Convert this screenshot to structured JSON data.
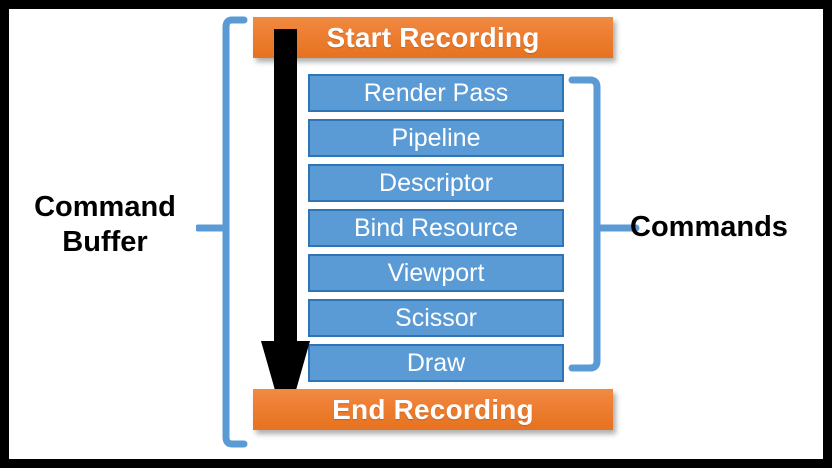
{
  "diagram": {
    "title": "Command Buffer recording diagram",
    "colors": {
      "orange": "#ED7D31",
      "orange_dark": "#E5731F",
      "blue_fill": "#5B9BD5",
      "blue_border": "#2E75B6",
      "bracket_blue": "#5B9BD5",
      "arrow": "#000000",
      "frame": "#000000",
      "text_light": "#FFFFFF",
      "text_dark": "#000000"
    },
    "start_bar": {
      "label": "Start Recording"
    },
    "end_bar": {
      "label": "End Recording"
    },
    "commands": [
      {
        "label": "Render Pass"
      },
      {
        "label": "Pipeline"
      },
      {
        "label": "Descriptor"
      },
      {
        "label": "Bind Resource"
      },
      {
        "label": "Viewport"
      },
      {
        "label": "Scissor"
      },
      {
        "label": "Draw"
      }
    ],
    "left_label": "Command\nBuffer",
    "right_label": "Commands",
    "arrow": {
      "name": "downward-flow-arrow",
      "direction": "down"
    }
  }
}
